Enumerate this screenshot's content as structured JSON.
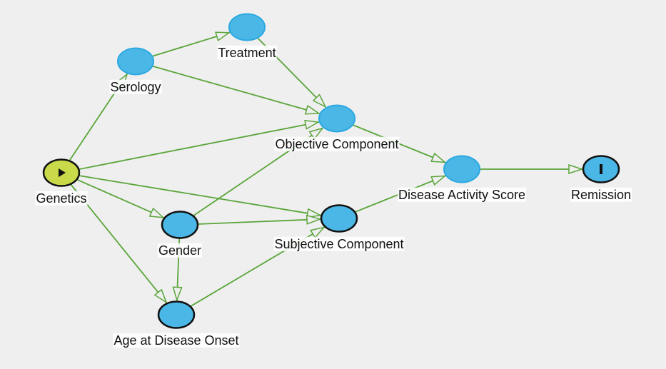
{
  "diagram": {
    "colors": {
      "background": "#efefef",
      "edge": "#5aa53a",
      "node_fill": "#4bb7e6",
      "node_stroke_light": "#2aa8e0",
      "node_stroke_dark": "#111111",
      "exposure_fill": "#c9d94a"
    },
    "nodes": [
      {
        "id": "treatment",
        "label": "Treatment",
        "kind": "variable",
        "icon": ""
      },
      {
        "id": "serology",
        "label": "Serology",
        "kind": "variable",
        "icon": ""
      },
      {
        "id": "objective",
        "label": "Objective Component",
        "kind": "variable",
        "icon": ""
      },
      {
        "id": "genetics",
        "label": "Genetics",
        "kind": "exposure",
        "icon": "play-icon"
      },
      {
        "id": "das",
        "label": "Disease Activity Score",
        "kind": "variable",
        "icon": ""
      },
      {
        "id": "remission",
        "label": "Remission",
        "kind": "outcome",
        "icon": "outcome-bar-icon"
      },
      {
        "id": "gender",
        "label": "Gender",
        "kind": "adjusted",
        "icon": ""
      },
      {
        "id": "subjective",
        "label": "Subjective Component",
        "kind": "adjusted",
        "icon": ""
      },
      {
        "id": "age",
        "label": "Age at Disease Onset",
        "kind": "adjusted",
        "icon": ""
      }
    ],
    "edges": [
      {
        "from": "serology",
        "to": "treatment"
      },
      {
        "from": "serology",
        "to": "objective"
      },
      {
        "from": "treatment",
        "to": "objective"
      },
      {
        "from": "genetics",
        "to": "serology"
      },
      {
        "from": "genetics",
        "to": "objective"
      },
      {
        "from": "genetics",
        "to": "gender"
      },
      {
        "from": "genetics",
        "to": "subjective"
      },
      {
        "from": "genetics",
        "to": "age"
      },
      {
        "from": "gender",
        "to": "objective"
      },
      {
        "from": "gender",
        "to": "subjective"
      },
      {
        "from": "gender",
        "to": "age"
      },
      {
        "from": "age",
        "to": "subjective"
      },
      {
        "from": "objective",
        "to": "das"
      },
      {
        "from": "subjective",
        "to": "das"
      },
      {
        "from": "das",
        "to": "remission"
      }
    ]
  }
}
